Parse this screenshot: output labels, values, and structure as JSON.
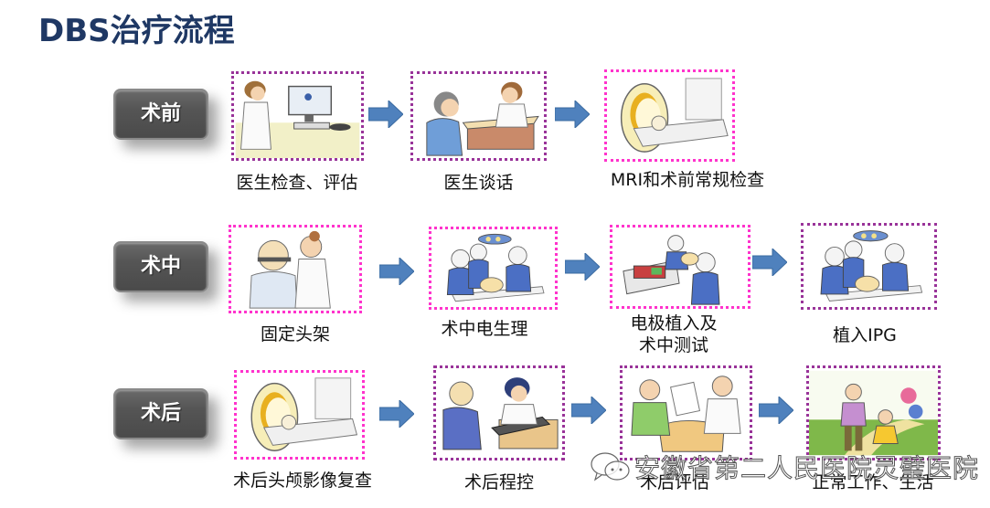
{
  "title": "DBS治疗流程",
  "colors": {
    "title": "#1f3864",
    "stage_bg": "#555555",
    "arrow": "#4f81bd",
    "frame_purple": "#993399",
    "frame_pink": "#ff33cc"
  },
  "stages": [
    {
      "label": "术前",
      "steps": [
        {
          "label": "医生检查、评估",
          "illustration": "doctor-at-computer"
        },
        {
          "label": "医生谈话",
          "illustration": "doctor-patient-conversation"
        },
        {
          "label": "MRI和术前常规检查",
          "illustration": "mri-scanner"
        }
      ]
    },
    {
      "label": "术中",
      "steps": [
        {
          "label": "固定头架",
          "illustration": "head-frame-fixation"
        },
        {
          "label": "术中电生理",
          "illustration": "surgical-team"
        },
        {
          "label_line1": "电极植入及",
          "label_line2": "术中测试",
          "illustration": "electrode-testing"
        },
        {
          "label": "植入IPG",
          "illustration": "surgical-team"
        }
      ]
    },
    {
      "label": "术后",
      "steps": [
        {
          "label": "术后头颅影像复查",
          "illustration": "mri-scanner"
        },
        {
          "label": "术后程控",
          "illustration": "programming-session"
        },
        {
          "label": "术后评估",
          "illustration": "evaluation-meeting"
        },
        {
          "label": "正常工作、生活",
          "illustration": "family-park-walk"
        }
      ]
    }
  ],
  "watermark": "安徽省第二人民医院灵璧医院",
  "watermark_icon": "wechat-icon"
}
